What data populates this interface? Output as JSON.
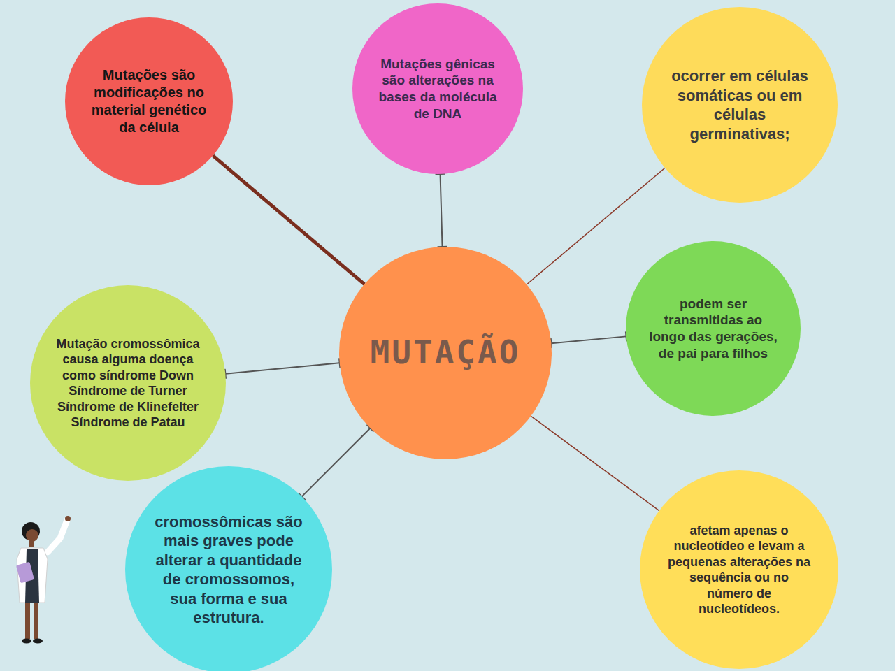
{
  "diagram": {
    "nodes": [
      {
        "text": [
          "Mutações são modificações no material genético da célula"
        ]
      },
      {
        "text": [
          "Mutações gênicas são alterações na bases da molécula de DNA"
        ]
      },
      {
        "text": [
          "ocorrer em células somáticas ou em células germinativas;"
        ]
      },
      {
        "text": [
          "Mutação cromossômica causa alguma doença como síndrome Down Síndrome de Turner Síndrome de Klinefelter Síndrome de Patau"
        ]
      },
      {
        "text": [
          "MUTAÇÃO"
        ]
      },
      {
        "text": [
          "podem ser transmitidas ao longo das gerações, de pai para filhos"
        ]
      },
      {
        "text": [
          "cromossômicas são mais graves pode alterar a quantidade de cromossomos, sua forma e sua estrutura."
        ]
      },
      {
        "text": [
          "afetam apenas o nucleotídeo e levam a pequenas alterações na sequência ou no número de nucleotídeos."
        ]
      }
    ],
    "edges": [
      {
        "from": 4,
        "to": 0,
        "arrow": "none"
      },
      {
        "from": 4,
        "to": 1,
        "arrow": "none"
      },
      {
        "from": 4,
        "to": 2,
        "arrow": "none"
      },
      {
        "from": 4,
        "to": 5,
        "arrow": "none"
      },
      {
        "from": 4,
        "to": 7,
        "arrow": "none"
      },
      {
        "from": 4,
        "to": 6,
        "arrow": "none"
      },
      {
        "from": 4,
        "to": 3,
        "arrow": "none"
      }
    ]
  }
}
